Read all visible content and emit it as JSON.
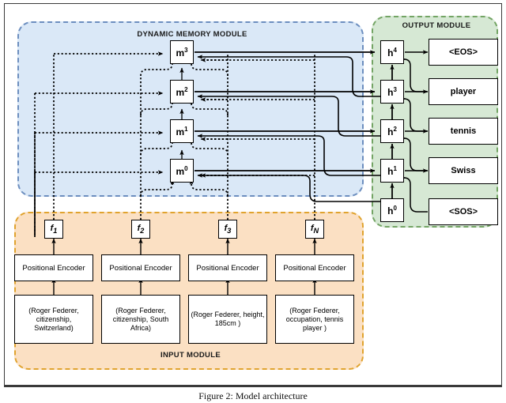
{
  "figure": {
    "caption": "Figure 2: Model architecture"
  },
  "modules": {
    "memory": {
      "title": "DYNAMIC MEMORY MODULE",
      "bg": "#dae8f7",
      "border": "#6c8ebf"
    },
    "output": {
      "title": "OUTPUT MODULE",
      "bg": "#d6e8d4",
      "border": "#73a464"
    },
    "input": {
      "title": "INPUT MODULE",
      "bg": "#fbe0c3",
      "border": "#e0a32e"
    }
  },
  "memory_nodes": [
    {
      "id": "m3",
      "base": "m",
      "sup": "3"
    },
    {
      "id": "m2",
      "base": "m",
      "sup": "2"
    },
    {
      "id": "m1",
      "base": "m",
      "sup": "1"
    },
    {
      "id": "m0",
      "base": "m",
      "sup": "0"
    }
  ],
  "hidden_nodes": [
    {
      "id": "h4",
      "base": "h",
      "sup": "4"
    },
    {
      "id": "h3",
      "base": "h",
      "sup": "3"
    },
    {
      "id": "h2",
      "base": "h",
      "sup": "2"
    },
    {
      "id": "h1",
      "base": "h",
      "sup": "1"
    },
    {
      "id": "h0",
      "base": "h",
      "sup": "0"
    }
  ],
  "output_tokens": [
    {
      "id": "tok-eos",
      "label": "<EOS>"
    },
    {
      "id": "tok-player",
      "label": "player"
    },
    {
      "id": "tok-tennis",
      "label": "tennis"
    },
    {
      "id": "tok-swiss",
      "label": "Swiss"
    },
    {
      "id": "tok-sos",
      "label": "<SOS>"
    }
  ],
  "input_columns": [
    {
      "f_base": "f",
      "f_sub": "1",
      "encoder": "Positional Encoder",
      "fact": "(Roger Federer, citizenship, Switzerland)"
    },
    {
      "f_base": "f",
      "f_sub": "2",
      "encoder": "Positional Encoder",
      "fact": "(Roger Federer, citizenship, South Africa)"
    },
    {
      "f_base": "f",
      "f_sub": "3",
      "encoder": "Positional Encoder",
      "fact": "(Roger Federer, height, 185cm )"
    },
    {
      "f_base": "f",
      "f_sub": "N",
      "encoder": "Positional Encoder",
      "fact": "(Roger Federer, occupation, tennis player )"
    }
  ]
}
